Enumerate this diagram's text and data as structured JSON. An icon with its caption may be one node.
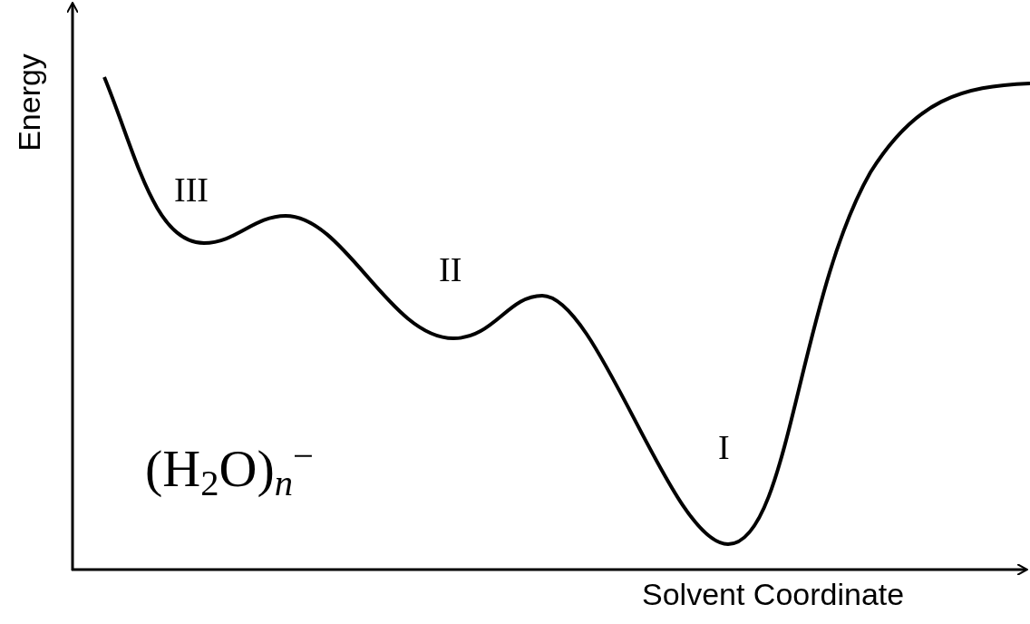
{
  "diagram": {
    "labels": [
      "Energy",
      "III",
      "II",
      "(H$_{2}$O)$_{n}$$^{−}$",
      "I",
      "Solvent Coordinate"
    ]
  }
}
